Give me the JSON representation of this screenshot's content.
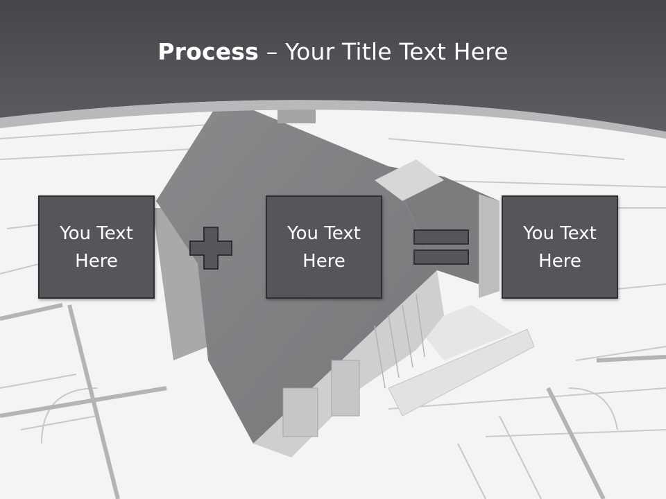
{
  "slide": {
    "title_bold": "Process",
    "title_separator": " – ",
    "title_rest": "Your Title Text Here"
  },
  "boxes": [
    {
      "text": "You Text Here"
    },
    {
      "text": "You Text Here"
    },
    {
      "text": "You Text Here"
    }
  ],
  "symbols": {
    "first": "plus",
    "second": "equals"
  },
  "colors": {
    "header_band": "#525156",
    "box_fill": "#56555a",
    "box_border": "#2f2f33",
    "symbol_fill": "#56555a",
    "text": "#ffffff"
  }
}
